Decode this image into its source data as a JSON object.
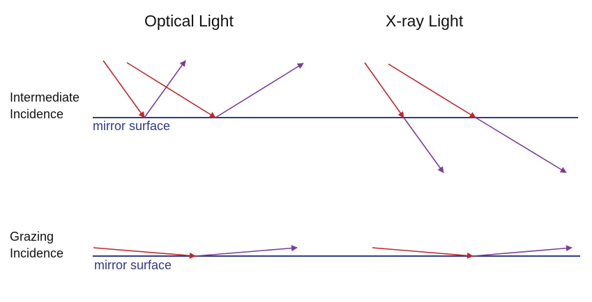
{
  "headings": {
    "optical": "Optical Light",
    "xray": "X-ray Light"
  },
  "rows": {
    "intermediate": {
      "line1": "Intermediate",
      "line2": "Incidence"
    },
    "grazing": {
      "line1": "Grazing",
      "line2": "Incidence"
    }
  },
  "surface_label": "mirror surface",
  "colors": {
    "incident_ray": "#c0262c",
    "reflected_ray": "#7a3d98",
    "mirror_surface": "#2f3a85",
    "text": "#111111"
  }
}
